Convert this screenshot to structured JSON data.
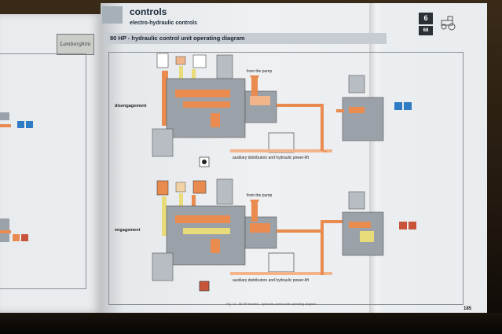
{
  "left_page": {
    "logo_text": "Lamborghini"
  },
  "header": {
    "title": "controls",
    "subtitle": "electro-hydraulic controls",
    "banner": "80 HP - hydraulic control unit operating diagram",
    "chapter_number": "6",
    "chapter_sub": "68"
  },
  "diagram": {
    "state_top": "disengagement",
    "state_bottom": "engagement",
    "pump_label_top": "from the pump",
    "pump_label_bottom": "from the pump",
    "distributor_label_top": "auxiliary distributors and hydraulic power-lift",
    "distributor_label_bottom": "auxiliary distributors and hydraulic power-lift"
  },
  "footer": {
    "caption": "Fig. 14 - 80 HP traction - hydraulic control unit operating diagram",
    "page_number": "185"
  },
  "colors": {
    "oil_orange": "#e98a4e",
    "oil_light": "#f2b48a",
    "pilot_yellow": "#e8dc7a",
    "housing_grey": "#9aa1a8",
    "blue_symbol": "#2f7bc4",
    "red_symbol": "#c8553a"
  }
}
